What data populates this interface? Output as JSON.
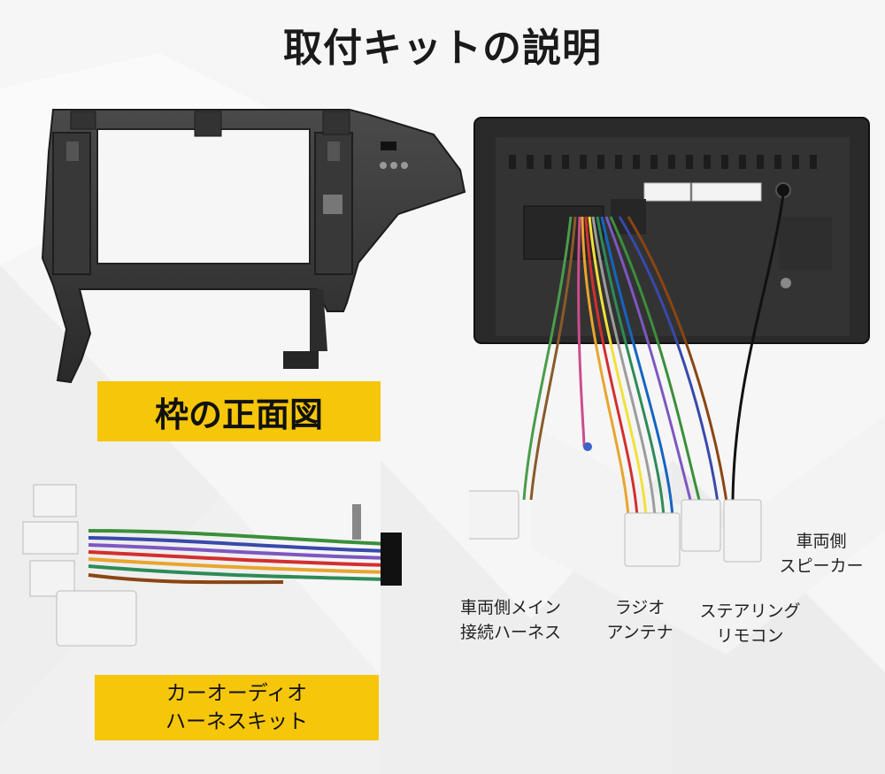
{
  "title": "取付キットの説明",
  "frame_label": "枠の正面図",
  "kit_label": {
    "line1": "カーオーディオ",
    "line2": "ハーネスキット"
  },
  "captions": {
    "main_harness": {
      "line1": "車両側メイン",
      "line2": "接続ハーネス"
    },
    "radio": {
      "line1": "ラジオ",
      "line2": "アンテナ"
    },
    "steering": {
      "line1": "ステアリング",
      "line2": "リモコン"
    },
    "speaker": {
      "line1": "車両側",
      "line2": "スピーカー"
    }
  },
  "colors": {
    "accent_yellow": "#f5c60a",
    "frame_dark": "#2e2e2e",
    "connector_white": "#f3f3f3"
  }
}
